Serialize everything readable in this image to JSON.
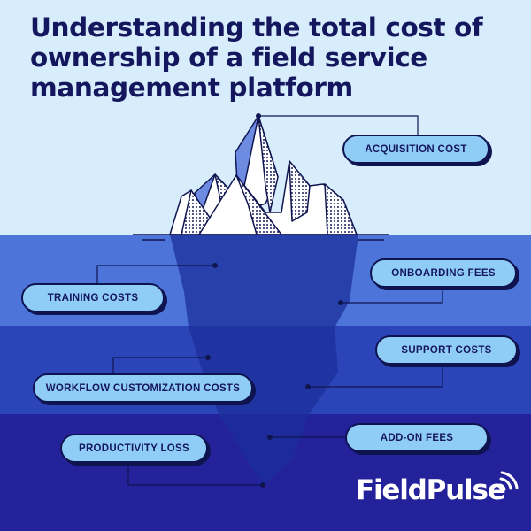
{
  "title": "Understanding the total cost of ownership of a field service management platform",
  "labels": {
    "acquisition": "ACQUISITION COST",
    "onboarding": "ONBOARDING FEES",
    "training": "TRAINING COSTS",
    "support": "SUPPORT COSTS",
    "workflow": "WORKFLOW CUSTOMIZATION COSTS",
    "addon": "ADD-ON FEES",
    "productivity": "PRODUCTIVITY LOSS"
  },
  "brand": "FieldPulse",
  "colors": {
    "sky": "#d7edfc",
    "water1": "#4d74d8",
    "water2": "#2b45b8",
    "water3": "#23229a",
    "pill": "#8fcdf7",
    "ink": "#15175e"
  }
}
